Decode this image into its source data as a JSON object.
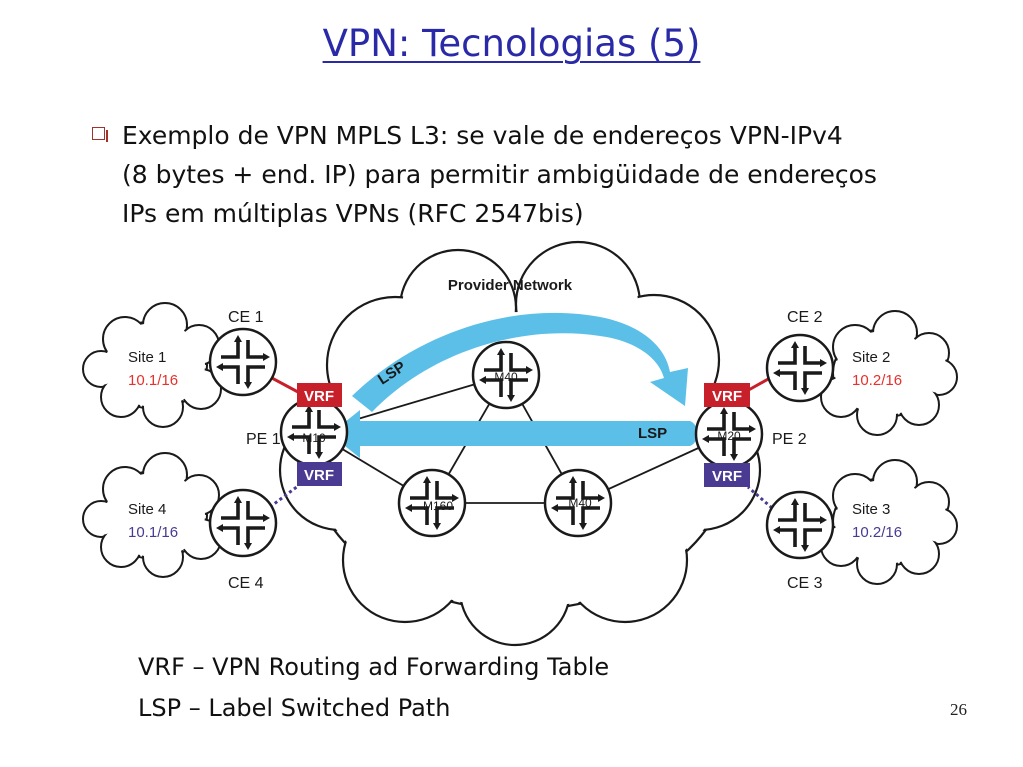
{
  "slide": {
    "title": "VPN: Tecnologias (5)",
    "bullet_lines": [
      "Exemplo de VPN MPLS L3: se vale de endereços VPN-IPv4",
      "(8 bytes + end. IP) para permitir ambigüidade de endereços",
      "IPs em múltiplas VPNs (RFC 2547bis)"
    ],
    "legend": [
      "VRF – VPN Routing ad Forwarding Table",
      "LSP – Label Switched Path"
    ],
    "page_number": "26"
  },
  "diagram": {
    "provider_network_label": "Provider Network",
    "sites": [
      {
        "name": "Site 1",
        "prefix": "10.1/16",
        "prefix_color": "#e8302c"
      },
      {
        "name": "Site 2",
        "prefix": "10.2/16",
        "prefix_color": "#e8302c"
      },
      {
        "name": "Site 3",
        "prefix": "10.2/16",
        "prefix_color": "#4a3a92"
      },
      {
        "name": "Site 4",
        "prefix": "10.1/16",
        "prefix_color": "#4a3a92"
      }
    ],
    "ce_labels": [
      "CE 1",
      "CE 2",
      "CE 3",
      "CE 4"
    ],
    "pe_labels": [
      "PE 1",
      "PE 2"
    ],
    "router_models": [
      "M10",
      "M20",
      "M40",
      "M160",
      "M40"
    ],
    "vrf_label": "VRF",
    "lsp_label": "LSP",
    "colors": {
      "vrf_red": "#c8202a",
      "vrf_purple": "#4a3a92",
      "lsp_blue": "#5bbfe8",
      "title_blue": "#2a2aa8"
    }
  }
}
